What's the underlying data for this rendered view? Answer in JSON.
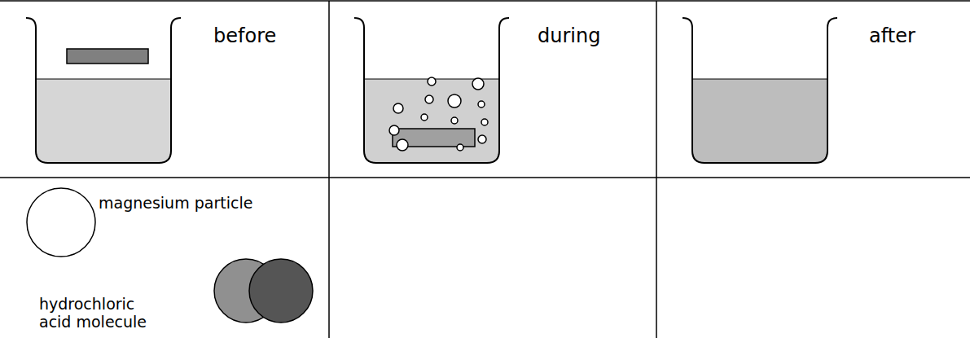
{
  "diagram": {
    "labels": [
      "before",
      "during",
      "after"
    ],
    "legend": [
      {
        "text": "magnesium particle"
      },
      {
        "text": "hydrochloric acid molecule"
      }
    ]
  }
}
